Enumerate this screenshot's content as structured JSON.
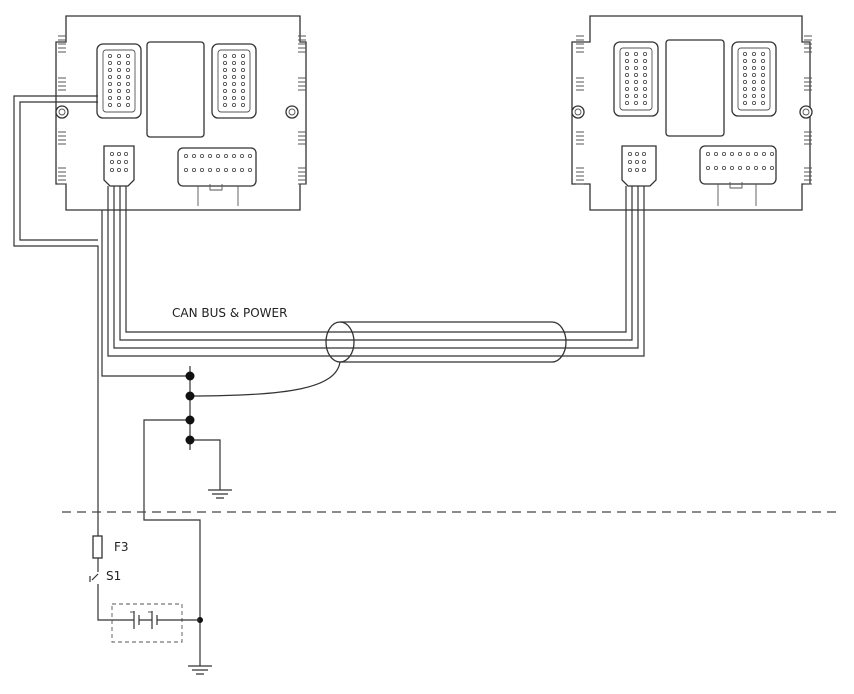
{
  "labels": {
    "cable": "CAN BUS & POWER",
    "fuse": "F3",
    "switch": "S1"
  },
  "components": [
    {
      "id": "controller-left",
      "type": "control-unit"
    },
    {
      "id": "controller-right",
      "type": "control-unit"
    },
    {
      "id": "fuse",
      "type": "fuse",
      "label": "F3"
    },
    {
      "id": "switch",
      "type": "switch",
      "label": "S1"
    },
    {
      "id": "battery",
      "type": "battery"
    },
    {
      "id": "ground-upper",
      "type": "ground"
    },
    {
      "id": "ground-lower",
      "type": "ground"
    }
  ],
  "colors": {
    "line": "#333333",
    "junction": "#111111",
    "background": "#ffffff"
  }
}
